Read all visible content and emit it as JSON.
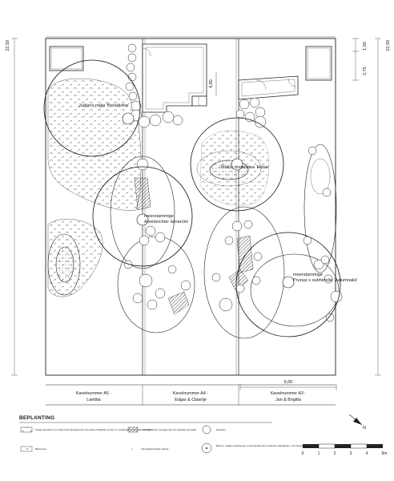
{
  "dimensions": {
    "left_height": "22,50",
    "right_height": "22,50",
    "right_top": "1,50",
    "right_second": "2,75",
    "wall": "4,60",
    "plot_width": "6,00"
  },
  "plants": [
    {
      "line1": "Juglans regia 'Broadview'",
      "line2": ""
    },
    {
      "line1": "Malus domestica 'Elstar'",
      "line2": ""
    },
    {
      "line1": "meerstammige",
      "line2": "Amelanchier lamarckii"
    },
    {
      "line1": "meerstammige",
      "line2": "Prunus x subhirtella 'Autumnalis'"
    }
  ],
  "plots": [
    {
      "line1": "Kavelnummer A5 -",
      "line2": "Laetitia"
    },
    {
      "line1": "Kavelnummer A4 -",
      "line2": "Edgar & Claartje"
    },
    {
      "line1": "Kavelnummer A3 -",
      "line2": "Jan & Brigitta"
    }
  ],
  "legend": {
    "title": "BEPLANTING",
    "items": [
      {
        "text": "Totaal organisch met vitale beemdengrasveld (mengsel) inzaaibaar stroken in onderkoeling beweiden mediterranen mengsel van het zaaiveld, gemaaid"
      },
      {
        "text": "Bebermen"
      },
      {
        "text": "Klimaten"
      },
      {
        "text": "Informatietechniek variant"
      },
      {
        "text": "Heesters"
      },
      {
        "text": "Bomen, Juglans aanleveren in kluit gedurende markrisico aanplanten, ook inzetten van te bestemmen STUIF"
      }
    ]
  },
  "north": {
    "label": "N"
  },
  "scale": {
    "ticks": [
      "0",
      "1",
      "2",
      "3",
      "4",
      "5m"
    ]
  }
}
